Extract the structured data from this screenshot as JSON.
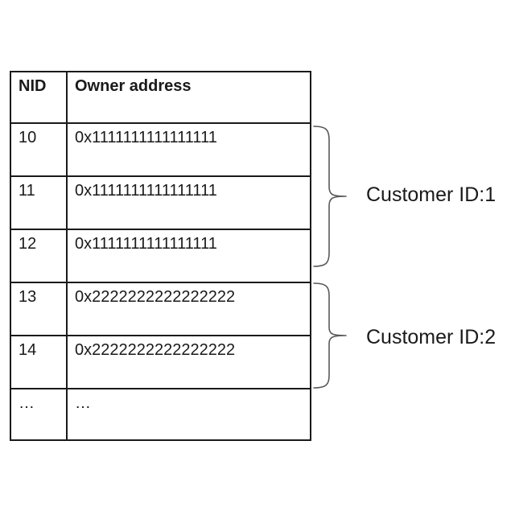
{
  "figure": {
    "table": {
      "headers": [
        "NID",
        "Owner address"
      ],
      "rows": [
        {
          "nid": "10",
          "address": "0x1111111111111111"
        },
        {
          "nid": "11",
          "address": "0x1111111111111111"
        },
        {
          "nid": "12",
          "address": "0x1111111111111111"
        },
        {
          "nid": "13",
          "address": "0x2222222222222222"
        },
        {
          "nid": "14",
          "address": "0x2222222222222222"
        },
        {
          "nid": "…",
          "address": "…"
        }
      ]
    },
    "groups": [
      {
        "label": "Customer ID:1",
        "nids": [
          "10",
          "11",
          "12"
        ]
      },
      {
        "label": "Customer ID:2",
        "nids": [
          "13",
          "14"
        ]
      }
    ]
  },
  "colors": {
    "background": "#ffffff",
    "table_border": "#1a1a1a",
    "text": "#1a1a1a",
    "brace": "#595959"
  }
}
